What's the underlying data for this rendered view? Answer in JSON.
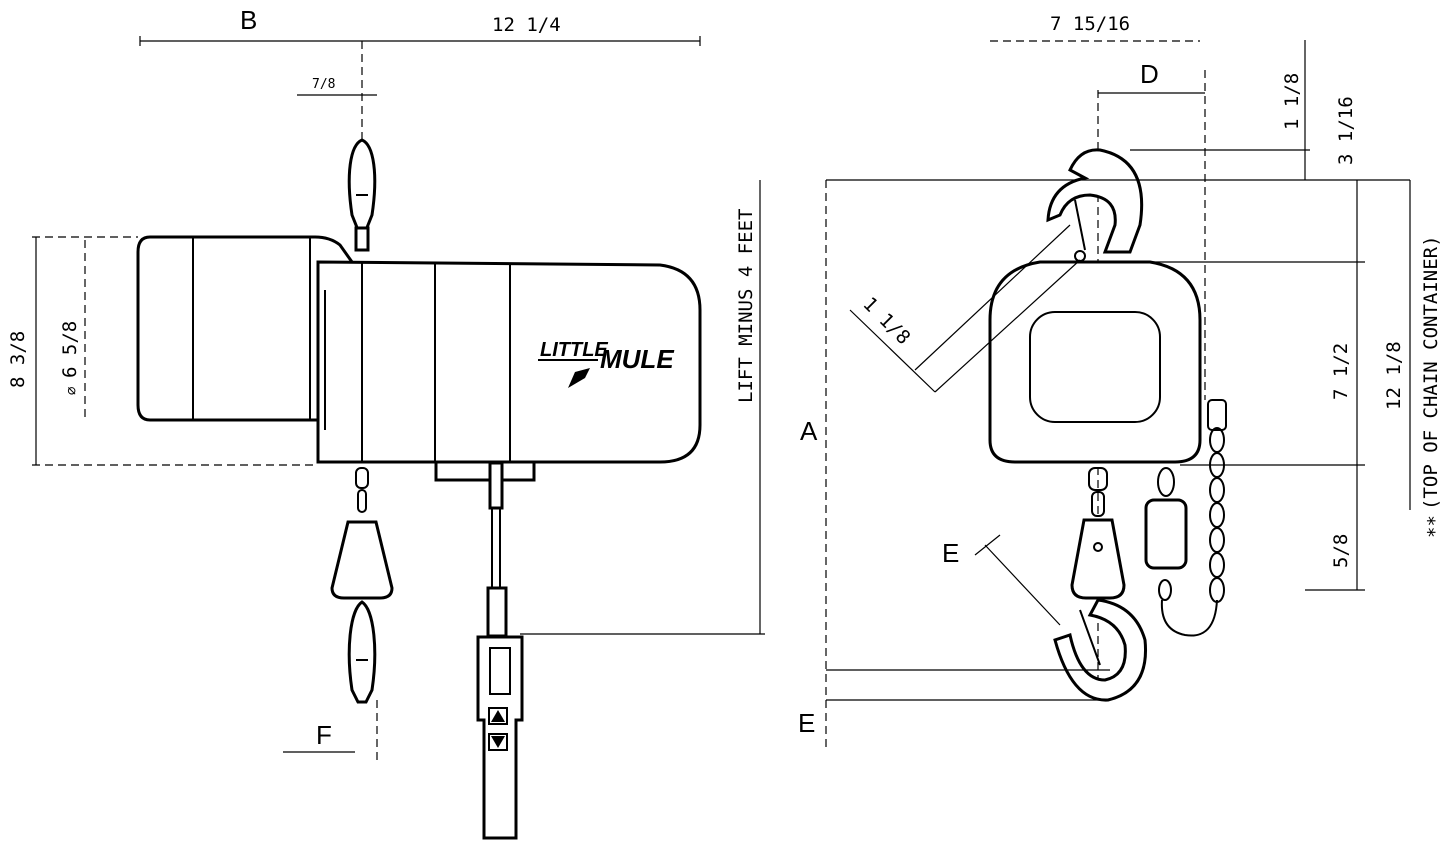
{
  "left_view": {
    "label_b": "B",
    "dim_width": "12 1/4",
    "dim_hook_offset": "7/8",
    "dim_overall_height": "8 3/8",
    "dim_motor_dia": "6 5/8",
    "dia_symbol": "⌀",
    "dim_lift": "LIFT MINUS 4 FEET",
    "label_f": "F",
    "logo_word1": "LITTLE",
    "logo_word2": "MULE",
    "pendant_up_icon": "up-arrow-icon",
    "pendant_down_icon": "down-arrow-icon"
  },
  "right_view": {
    "dim_width": "7 15/16",
    "label_d": "D",
    "dim_top_a": "1 1/8",
    "dim_top_b": "3 1/16",
    "dim_hook_throat": "1 1/8",
    "dim_body": "7 1/2",
    "dim_total": "12 1/8",
    "dim_bottom": "5/8",
    "note_container": "(TOP OF CHAIN CONTAINER)",
    "note_mark": "**",
    "label_a": "A",
    "label_e_upper": "E",
    "label_e_lower": "E"
  }
}
